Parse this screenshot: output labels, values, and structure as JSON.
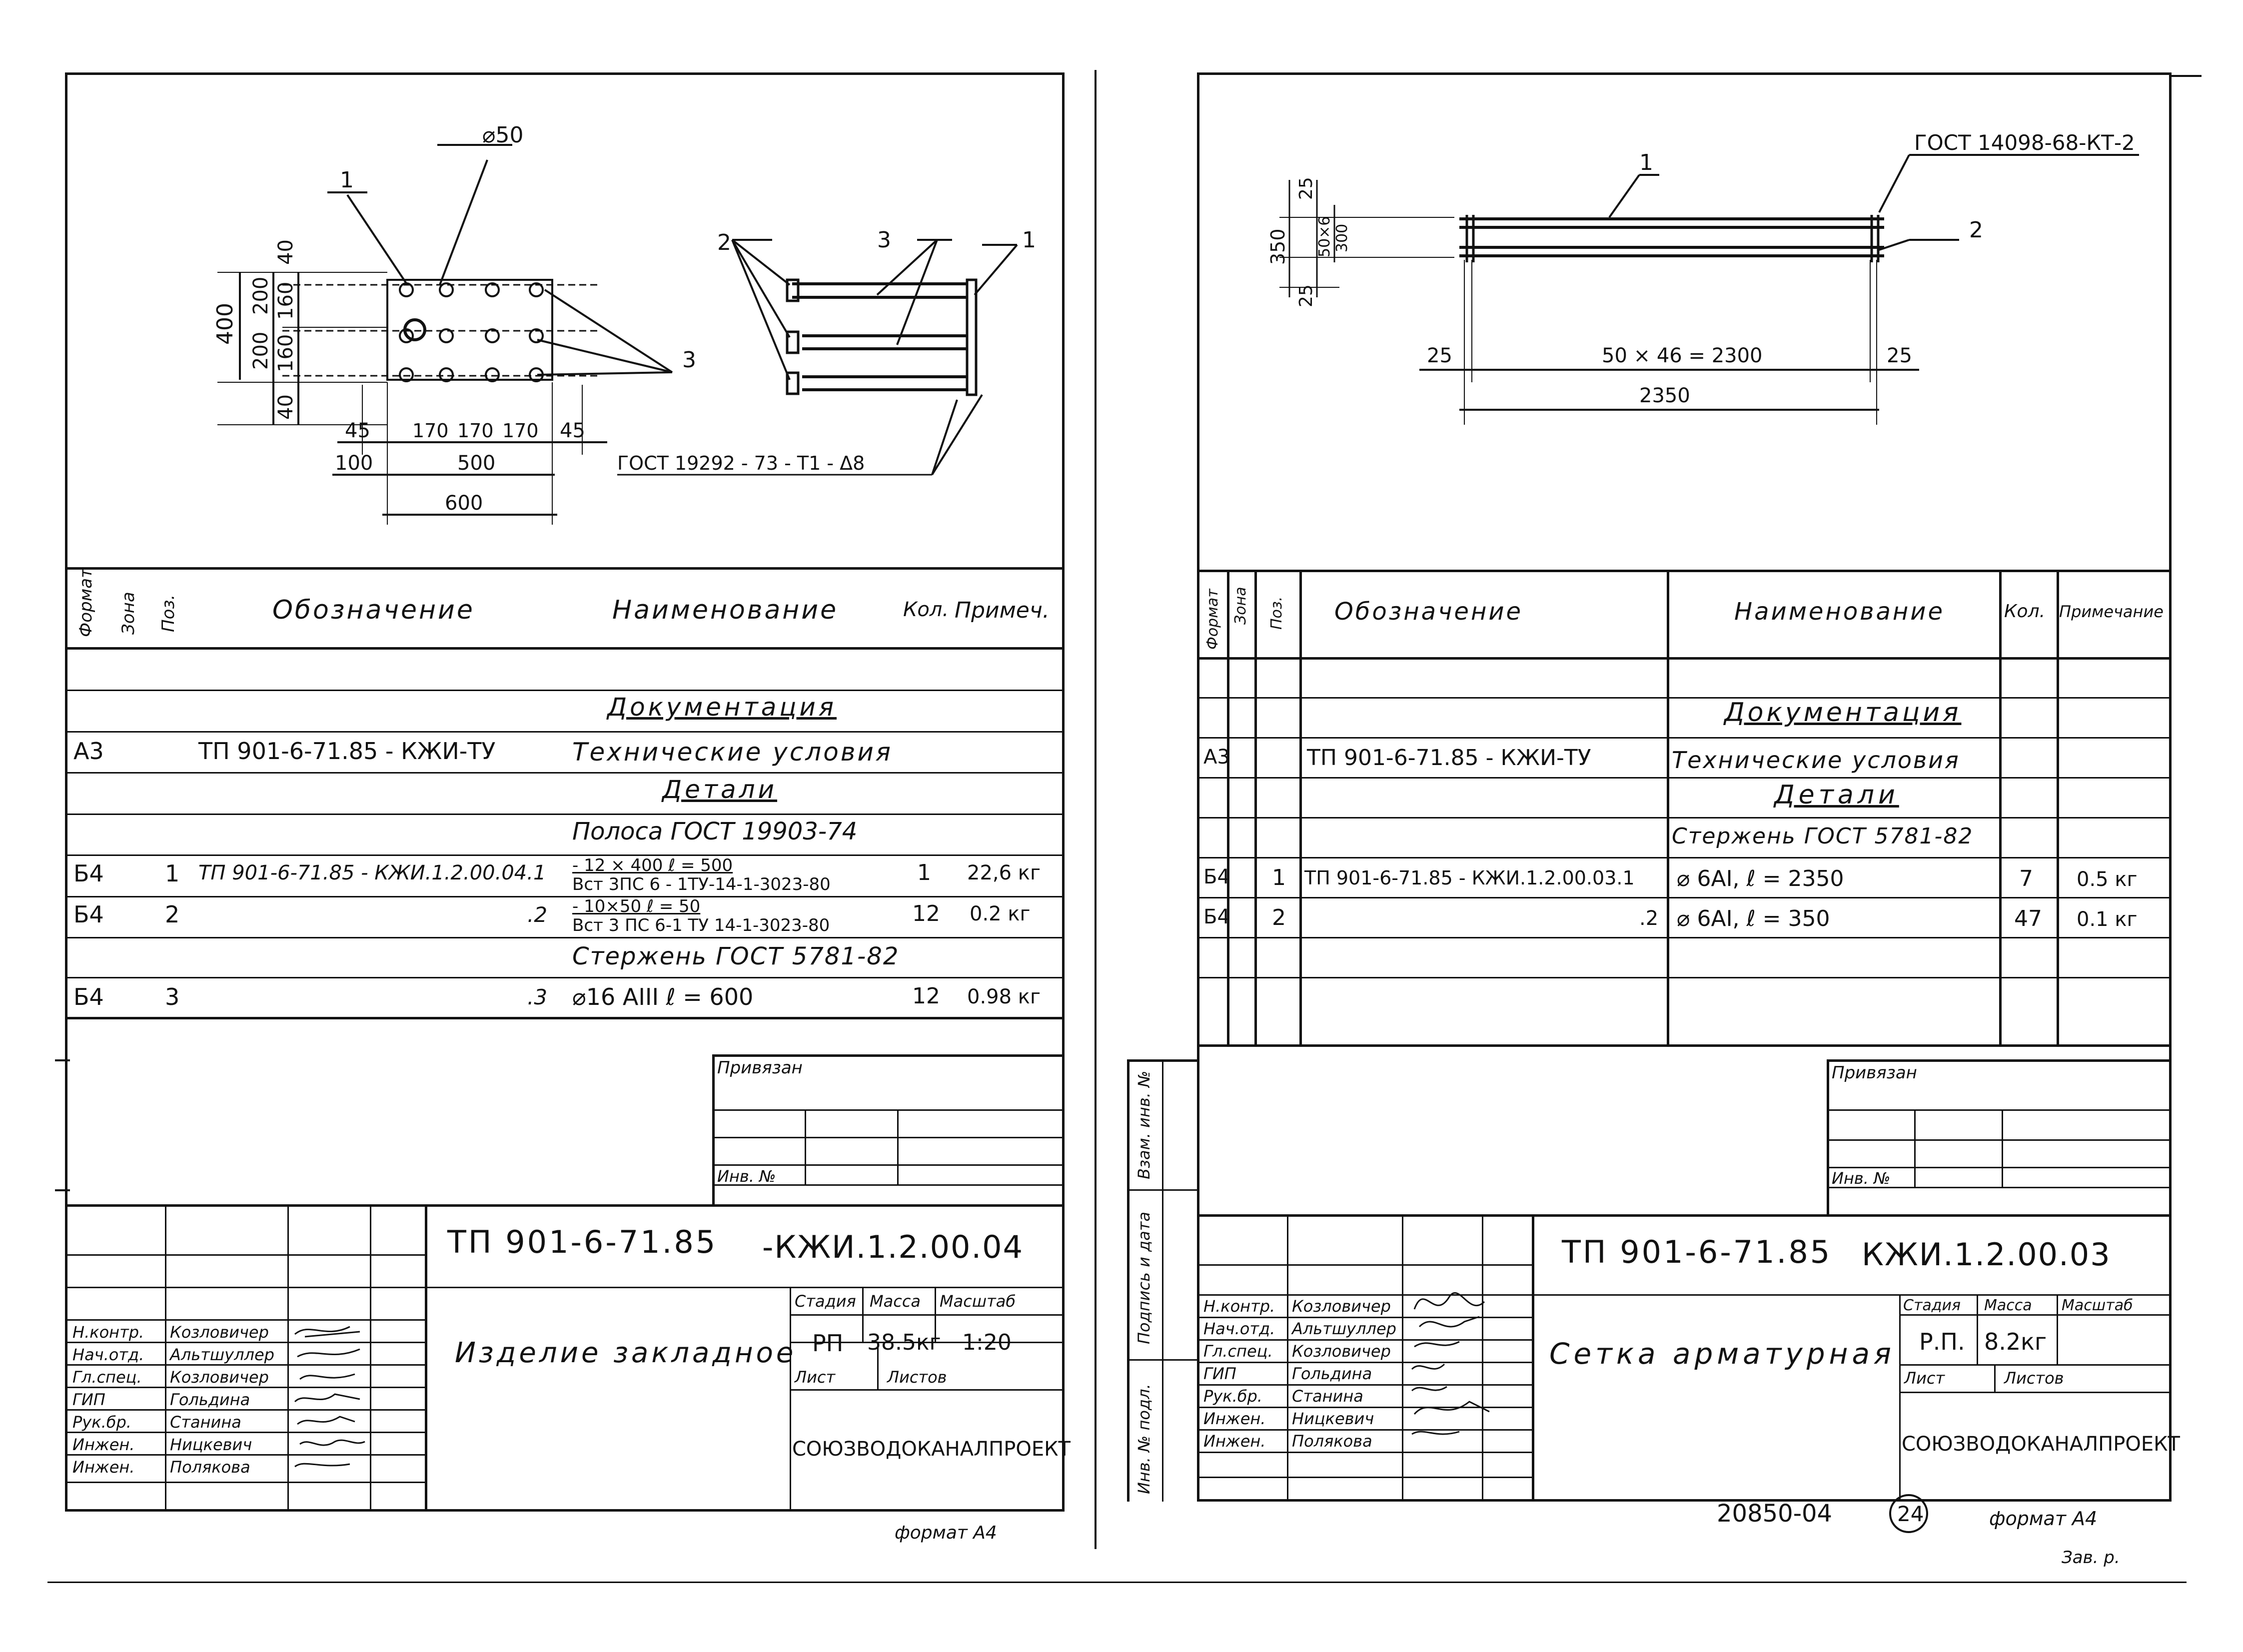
{
  "left": {
    "drawing": {
      "hole_dia": "⌀50",
      "pos1": "1",
      "pos2": "2",
      "pos3": "3",
      "dim_400": "400",
      "dim_200a": "200",
      "dim_200b": "200",
      "dim_40a": "40",
      "dim_160a": "160",
      "dim_160b": "160",
      "dim_40b": "40",
      "dim_45a": "45",
      "dim_170a": "170",
      "dim_170b": "170",
      "dim_170c": "170",
      "dim_45b": "45",
      "dim_100": "100",
      "dim_500": "500",
      "dim_600": "600",
      "weld_note": "ГОСТ  19292 - 73 - Т1 - Δ8"
    },
    "spec_headers": [
      "Формат",
      "Зона",
      "Поз.",
      "Обозначение",
      "Наименование",
      "Кол.",
      "Примеч."
    ],
    "rows": [
      {
        "fmt": "",
        "zone": "",
        "pos": "",
        "code": "",
        "name": "Документация",
        "qty": "",
        "note": ""
      },
      {
        "fmt": "А3",
        "zone": "",
        "pos": "",
        "code": "ТП 901-6-71.85 - КЖИ-ТУ",
        "name": "Технические условия",
        "qty": "",
        "note": ""
      },
      {
        "fmt": "",
        "zone": "",
        "pos": "",
        "code": "",
        "name": "Детали",
        "qty": "",
        "note": ""
      },
      {
        "fmt": "",
        "zone": "",
        "pos": "",
        "code": "",
        "name": "Полоса ГОСТ 19903-74",
        "qty": "",
        "note": ""
      },
      {
        "fmt": "Б4",
        "zone": "",
        "pos": "1",
        "code": "ТП 901-6-71.85 - КЖИ.1.2.00.04.1",
        "name1": "- 12 × 400     ℓ = 500",
        "name2": "Вст 3ПС 6 - 1ТУ-14-1-3023-80",
        "qty": "1",
        "note": "22,6 кг"
      },
      {
        "fmt": "Б4",
        "zone": "",
        "pos": "2",
        "code": ".2",
        "name1": "- 10×50     ℓ = 50",
        "name2": "Вст 3 ПС 6-1 ТУ 14-1-3023-80",
        "qty": "12",
        "note": "0.2 кг"
      },
      {
        "fmt": "",
        "zone": "",
        "pos": "",
        "code": "",
        "name": "Стержень  ГОСТ 5781-82",
        "qty": "",
        "note": ""
      },
      {
        "fmt": "Б4",
        "zone": "",
        "pos": "3",
        "code": ".3",
        "name": "⌀16 АIII    ℓ = 600",
        "qty": "12",
        "note": "0.98 кг"
      }
    ],
    "bound_label": "Привязан",
    "inv_label": "Инв. №",
    "doc_code": "ТП 901-6-71.85",
    "doc_suffix": "-КЖИ.1.2.00.04",
    "title": "Изделие закладное",
    "roles": [
      "Н.контр.",
      "Нач.отд.",
      "Гл.спец.",
      "ГИП",
      "Рук.бр.",
      "Инжен.",
      "Инжен."
    ],
    "names": [
      "Козловичер",
      "Альтшуллер",
      "Козловичер",
      "Гольдина",
      "Станина",
      "Ницкевич",
      "Полякова"
    ],
    "stage_label": "Стадия",
    "mass_label": "Масса",
    "scale_label": "Масштаб",
    "stage": "РП",
    "mass": "38.5кг",
    "scale": "1:20",
    "sheet_label": "Лист",
    "sheets_label": "Листов",
    "org": "СОЮЗВОДОКАНАЛПРОЕКТ",
    "format": "формат  А4"
  },
  "right": {
    "drawing": {
      "gost_note": "ГОСТ 14098-68-КТ-2",
      "pos1": "1",
      "pos2": "2",
      "dim_25a": "25",
      "dim_350": "350",
      "dim_50x6": "50×6",
      "dim_300": "300",
      "dim_25b": "25",
      "dim_25l": "25",
      "dim_50x46": "50 × 46 = 2300",
      "dim_25r": "25",
      "dim_2350": "2350"
    },
    "spec_headers": [
      "Формат",
      "Зона",
      "Поз.",
      "Обозначение",
      "Наименование",
      "Кол.",
      "Примечание"
    ],
    "rows": [
      {
        "fmt": "",
        "zone": "",
        "pos": "",
        "code": "",
        "name": "Документация",
        "qty": "",
        "note": ""
      },
      {
        "fmt": "А3",
        "zone": "",
        "pos": "",
        "code": "ТП 901-6-71.85  - КЖИ-ТУ",
        "name": "Технические условия",
        "qty": "",
        "note": ""
      },
      {
        "fmt": "",
        "zone": "",
        "pos": "",
        "code": "",
        "name": "Детали",
        "qty": "",
        "note": ""
      },
      {
        "fmt": "",
        "zone": "",
        "pos": "",
        "code": "",
        "name": "Стержень   ГОСТ 5781-82",
        "qty": "",
        "note": ""
      },
      {
        "fmt": "Б4",
        "zone": "",
        "pos": "1",
        "code": "ТП 901-6-71.85 - КЖИ.1.2.00.03.1",
        "name": "⌀ 6АI,     ℓ = 2350",
        "qty": "7",
        "note": "0.5 кг"
      },
      {
        "fmt": "Б4",
        "zone": "",
        "pos": "2",
        "code": ".2",
        "name": "⌀ 6АI,     ℓ = 350",
        "qty": "47",
        "note": "0.1 кг"
      }
    ],
    "side_labels": [
      "Взам. инв. №",
      "Подпись и дата",
      "Инв. № подл."
    ],
    "bound_label": "Привязан",
    "inv_label": "Инв. №",
    "doc_code": "ТП 901-6-71.85",
    "doc_suffix": "КЖИ.1.2.00.03",
    "title": "Сетка арматурная",
    "roles": [
      "Н.контр.",
      "Нач.отд.",
      "Гл.спец.",
      "ГИП",
      "Рук.бр.",
      "Инжен.",
      "Инжен."
    ],
    "names": [
      "Козловичер",
      "Альтшуллер",
      "Козловичер",
      "Гольдина",
      "Станина",
      "Ницкевич",
      "Полякова"
    ],
    "stage_label": "Стадия",
    "mass_label": "Масса",
    "scale_label": "Масштаб",
    "stage": "Р.П.",
    "mass": "8.2кг",
    "scale": "",
    "sheet_label": "Лист",
    "sheets_label": "Листов",
    "org": "СОЮЗВОДОКАНАЛПРОЕКТ",
    "archive_no": "20850-04",
    "page_no": "24",
    "format": "формат  А4",
    "footer_note": "Зав. р."
  }
}
